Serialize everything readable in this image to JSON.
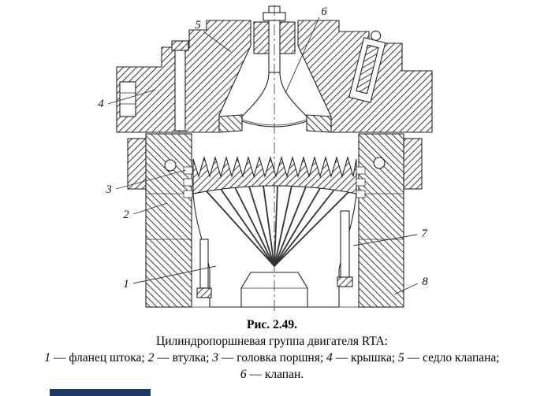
{
  "figure": {
    "callouts": [
      {
        "label": "1"
      },
      {
        "label": "2"
      },
      {
        "label": "3"
      },
      {
        "label": "4"
      },
      {
        "label": "5"
      },
      {
        "label": "6"
      },
      {
        "label": "7"
      },
      {
        "label": "8"
      }
    ]
  },
  "caption": {
    "figure_number": "Рис. 2.49.",
    "title": "Цилиндропоршневая группа двигателя RTA:",
    "legend_line1": [
      {
        "n": "1",
        "t": " — фланец штока; "
      },
      {
        "n": "2",
        "t": " — втулка; "
      },
      {
        "n": "3",
        "t": " — головка поршня; "
      },
      {
        "n": "4",
        "t": " — крышка; "
      },
      {
        "n": "5",
        "t": " — седло клапана;"
      }
    ],
    "legend_line2": [
      {
        "n": "6",
        "t": " — клапан."
      }
    ]
  },
  "decor": {
    "bar_style": "background:#1e3a66;"
  }
}
